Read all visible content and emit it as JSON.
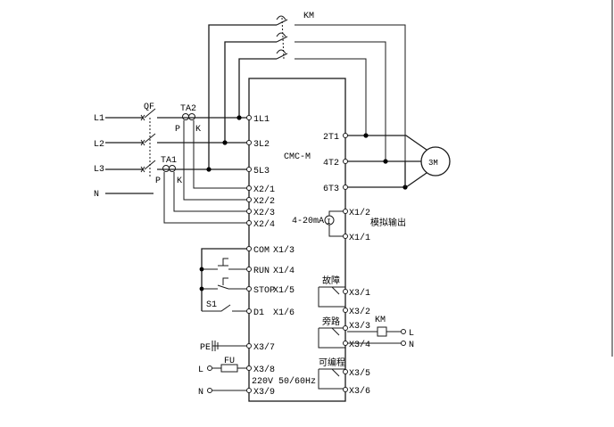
{
  "contactor_main": "KM",
  "breaker": "QF",
  "ct1": "TA1",
  "ct2": "TA2",
  "ct_p": "P",
  "ct_k": "K",
  "lines": {
    "l1": "L1",
    "l2": "L2",
    "l3": "L3",
    "n": "N"
  },
  "controller": "CMC-M",
  "terminals_in": {
    "l1": "1L1",
    "l2": "3L2",
    "l3": "5L3"
  },
  "terminals_out": {
    "t1": "2T1",
    "t2": "4T2",
    "t3": "6T3"
  },
  "motor": "3M",
  "x2": [
    "X2/1",
    "X2/2",
    "X2/3",
    "X2/4"
  ],
  "analog": {
    "range": "4-20mA",
    "meter": "I",
    "x12": "X1/2",
    "x11": "X1/1",
    "label": "模拟输出"
  },
  "control": {
    "com": "COM",
    "com_x": "X1/3",
    "run": "RUN",
    "run_x": "X1/4",
    "stop": "STOP",
    "stop_x": "X1/5",
    "d1": "D1",
    "d1_x": "X1/6",
    "s1": "S1",
    "pe": "PE",
    "pe_x": "X3/7",
    "fuse": "FU",
    "l": "L",
    "l_x": "X3/8",
    "n": "N",
    "n_x": "X3/9",
    "supply": "220V 50/60Hz"
  },
  "relays": {
    "fault": "故障",
    "x31": "X3/1",
    "x32": "X3/2",
    "bypass": "旁路",
    "x33": "X3/3",
    "x34": "X3/4",
    "prog": "可编程",
    "x35": "X3/5",
    "x36": "X3/6",
    "km": "KM",
    "l": "L",
    "n": "N"
  }
}
